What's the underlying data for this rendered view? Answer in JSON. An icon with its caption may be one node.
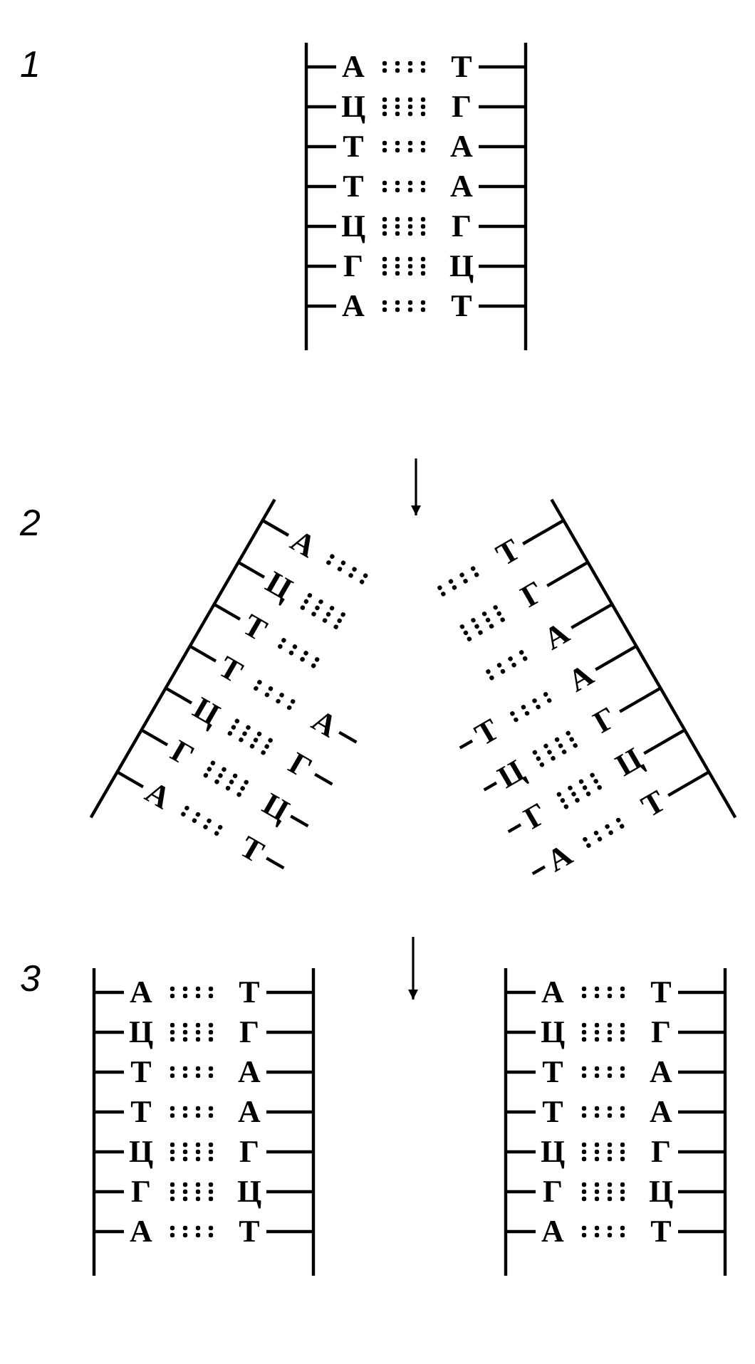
{
  "diagram": {
    "nodes": [
      {
        "text": [
          "А",
          "Т",
          "Ц",
          "Г",
          "Т",
          "А",
          "Т",
          "А",
          "Ц",
          "Г",
          "Г",
          "Ц",
          "А",
          "Т"
        ]
      },
      {
        "text": [
          "А",
          "Ц",
          "Т",
          "Т",
          "А",
          "Ц",
          "Г",
          "Г",
          "Ц",
          "А",
          "Т"
        ]
      },
      {
        "text": [
          "Т",
          "Г",
          "А",
          "Т",
          "А",
          "Ц",
          "Г",
          "Г",
          "Ц",
          "А",
          "Т"
        ]
      },
      {
        "text": [
          "А",
          "Т",
          "Ц",
          "Г",
          "Т",
          "А",
          "Т",
          "А",
          "Ц",
          "Г",
          "Г",
          "Ц",
          "А",
          "Т"
        ]
      },
      {
        "text": [
          "А",
          "Т",
          "Ц",
          "Г",
          "Т",
          "А",
          "Т",
          "А",
          "Ц",
          "Г",
          "Г",
          "Ц",
          "А",
          "Т"
        ]
      }
    ],
    "labels": [
      "1",
      "2",
      "3"
    ]
  }
}
